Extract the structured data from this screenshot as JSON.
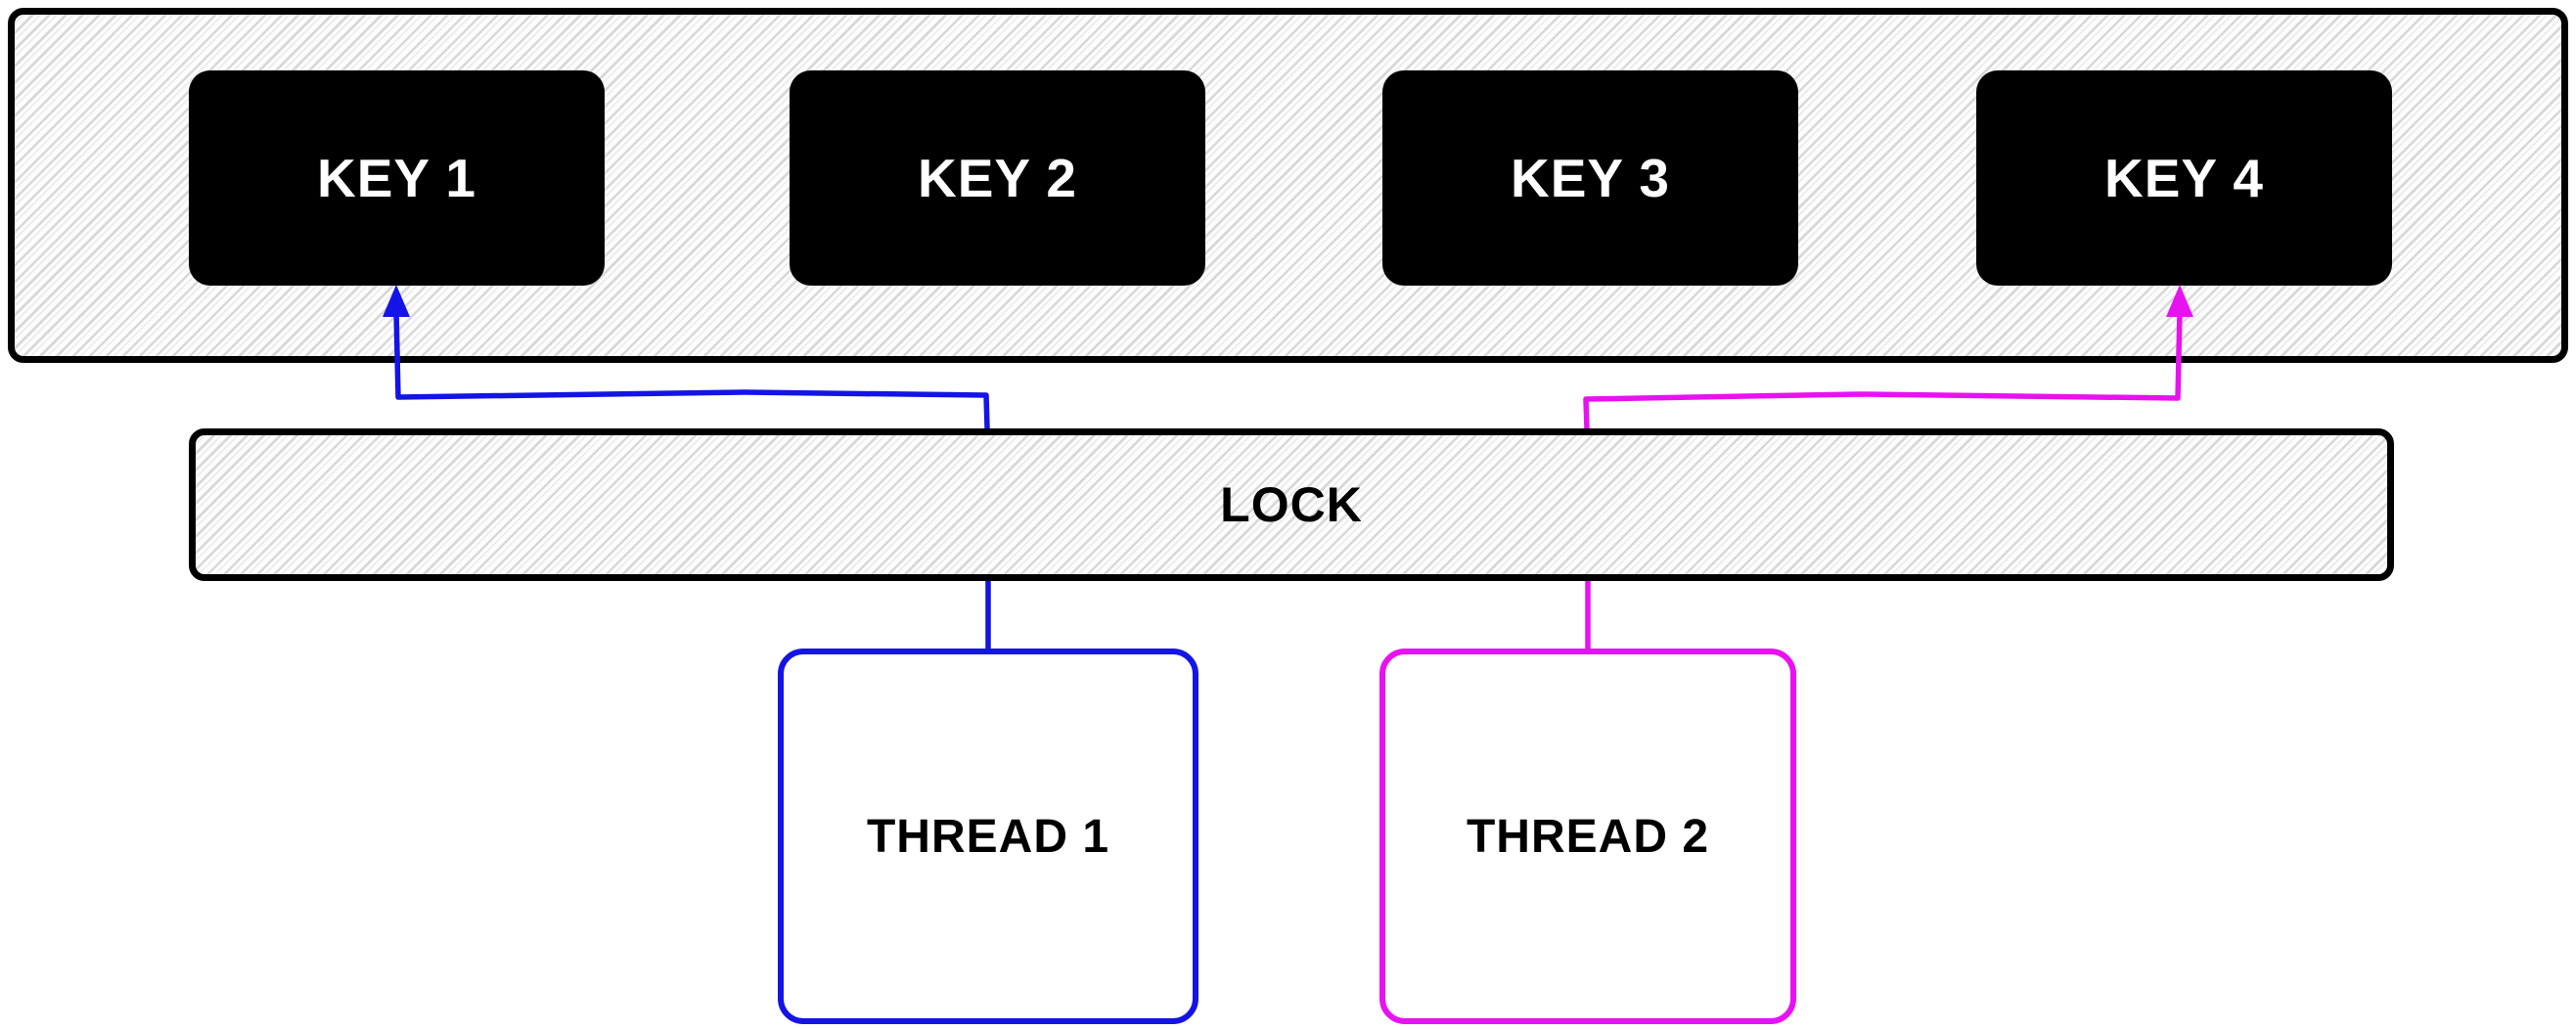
{
  "keys": [
    {
      "label": "KEY 1"
    },
    {
      "label": "KEY 2"
    },
    {
      "label": "KEY 3"
    },
    {
      "label": "KEY 4"
    }
  ],
  "lock": {
    "label": "LOCK"
  },
  "threads": [
    {
      "label": "THREAD 1",
      "color": "#1414e6"
    },
    {
      "label": "THREAD 2",
      "color": "#e812f0"
    }
  ],
  "connections": [
    {
      "from": "THREAD 1",
      "through": "LOCK",
      "to": "KEY 1",
      "color": "#1414e6",
      "arrow": "up"
    },
    {
      "from": "THREAD 2",
      "through": "LOCK",
      "to": "KEY 4",
      "color": "#e812f0",
      "arrow": "up"
    }
  ],
  "colors": {
    "thread1": "#1414e6",
    "thread2": "#e812f0",
    "node_fill": "#000000",
    "node_text": "#ffffff",
    "border": "#000000",
    "hatch_line": "#d8d8d8",
    "hatch_bg": "#fdfdfd",
    "page_bg": "#ffffff"
  }
}
